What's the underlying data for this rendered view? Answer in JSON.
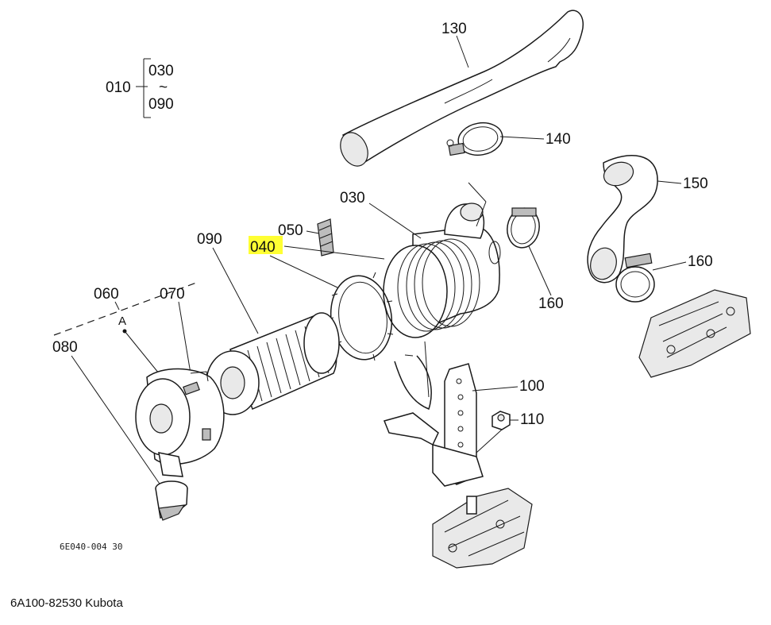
{
  "callouts": {
    "c010": "010",
    "c030a": "030",
    "c090a": "090",
    "tilde": "~",
    "c130": "130",
    "c140": "140",
    "c150": "150",
    "c030": "030",
    "c050": "050",
    "c040": "040",
    "c090": "090",
    "c160a": "160",
    "c160b": "160",
    "c060": "060",
    "c070": "070",
    "cA": "A",
    "c080": "080",
    "c100": "100",
    "c110": "110"
  },
  "highlight_color": "#ffff33",
  "drawing_code": "6E040-004 30",
  "caption": "6A100-82530 Kubota"
}
